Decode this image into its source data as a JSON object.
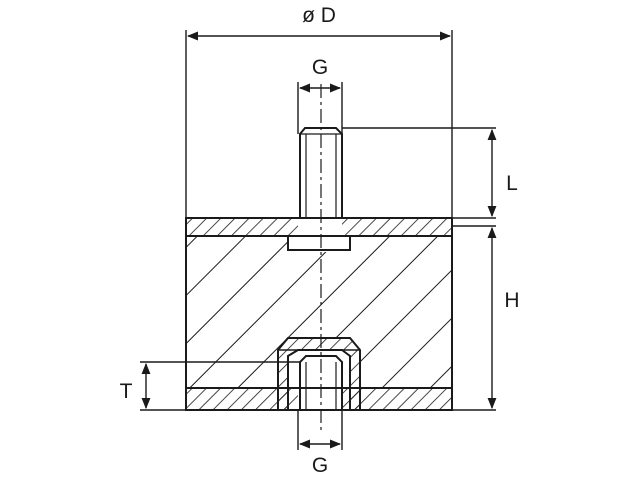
{
  "diagram": {
    "dimension_labels": {
      "diameter": "ø D",
      "stud_thread": "G",
      "stud_length": "L",
      "height": "H",
      "bottom_thread_depth": "T",
      "bottom_thread": "G"
    },
    "colors": {
      "line": "#1a1a1a",
      "background": "#ffffff"
    }
  }
}
